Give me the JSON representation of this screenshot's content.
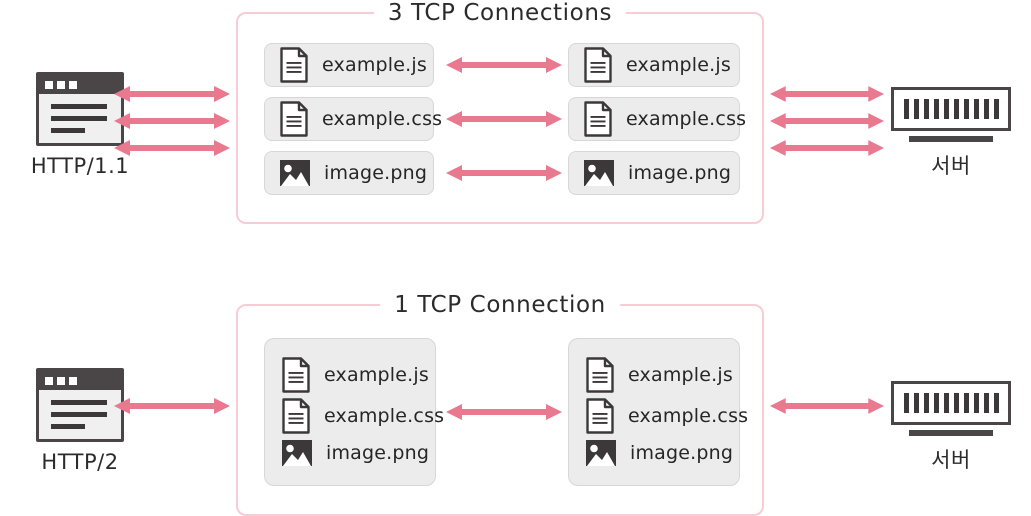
{
  "diagram": {
    "title_semantic": "HTTP/1.1 vs HTTP/2 connection multiplexing",
    "accent_pink": "#e8798f",
    "panel_border": "#f8ccd5",
    "chip_bg": "#ececec",
    "ink": "#3c3839"
  },
  "sections": [
    {
      "id": "http11",
      "client": {
        "label": "HTTP/1.1",
        "icon": "browser-window-icon"
      },
      "server": {
        "label": "서버",
        "icon": "server-rack-icon"
      },
      "panel_title": "3 TCP Connections",
      "left_files": [
        {
          "name": "example.js",
          "icon": "document-icon"
        },
        {
          "name": "example.css",
          "icon": "document-icon"
        },
        {
          "name": "image.png",
          "icon": "image-icon"
        }
      ],
      "right_files": [
        {
          "name": "example.js",
          "icon": "document-icon"
        },
        {
          "name": "example.css",
          "icon": "document-icon"
        },
        {
          "name": "image.png",
          "icon": "image-icon"
        }
      ],
      "client_arrow_count": 3,
      "server_arrow_count": 3,
      "inner_arrow_count": 3,
      "grouping": "separate"
    },
    {
      "id": "http2",
      "client": {
        "label": "HTTP/2",
        "icon": "browser-window-icon"
      },
      "server": {
        "label": "서버",
        "icon": "server-rack-icon"
      },
      "panel_title": "1 TCP Connection",
      "left_files": [
        {
          "name": "example.js",
          "icon": "document-icon"
        },
        {
          "name": "example.css",
          "icon": "document-icon"
        },
        {
          "name": "image.png",
          "icon": "image-icon"
        }
      ],
      "right_files": [
        {
          "name": "example.js",
          "icon": "document-icon"
        },
        {
          "name": "example.css",
          "icon": "document-icon"
        },
        {
          "name": "image.png",
          "icon": "image-icon"
        }
      ],
      "client_arrow_count": 1,
      "server_arrow_count": 1,
      "inner_arrow_count": 1,
      "grouping": "single-box"
    }
  ]
}
